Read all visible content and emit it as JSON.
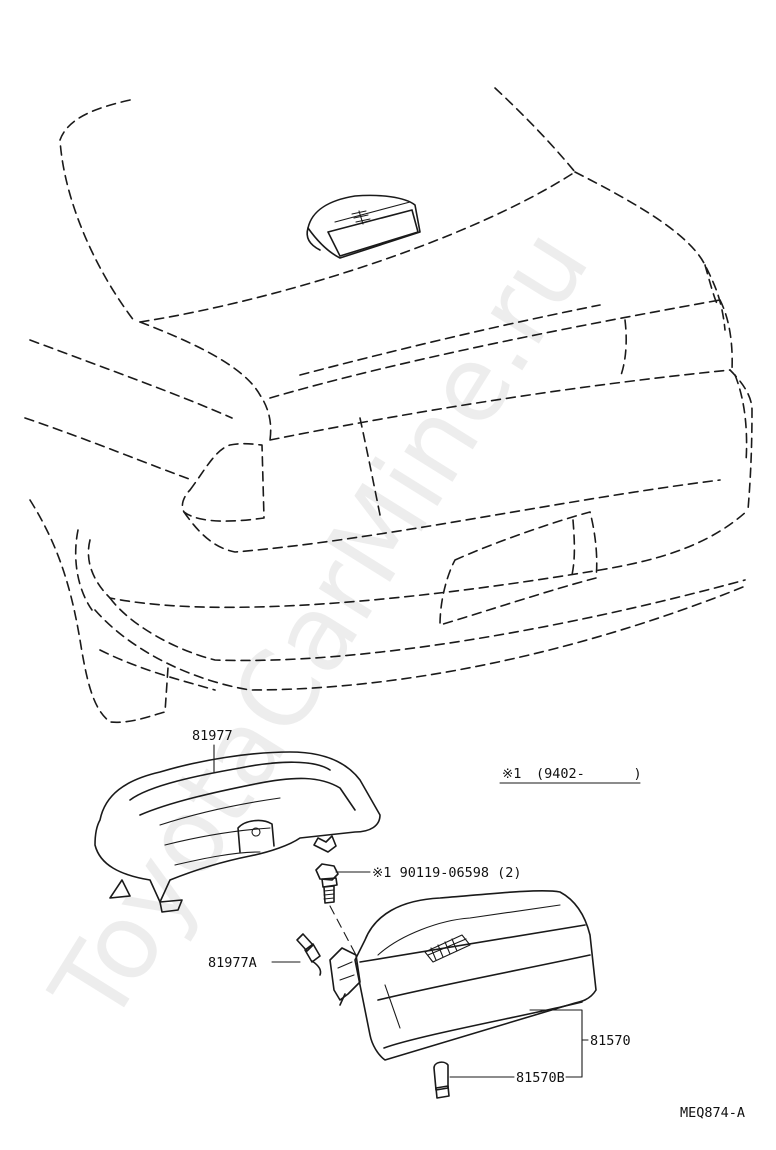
{
  "watermark": "ToyotaCarMine.ru",
  "diagram_code": "MEQ874-A",
  "note": {
    "symbol": "※1",
    "range": "(9402-      )"
  },
  "parts": [
    {
      "id": "81977",
      "label": "81977"
    },
    {
      "id": "90119-06598",
      "label": "※1  90119-06598 (2)"
    },
    {
      "id": "81977A",
      "label": "81977A"
    },
    {
      "id": "81570",
      "label": "81570"
    },
    {
      "id": "81570B",
      "label": "81570B"
    }
  ]
}
